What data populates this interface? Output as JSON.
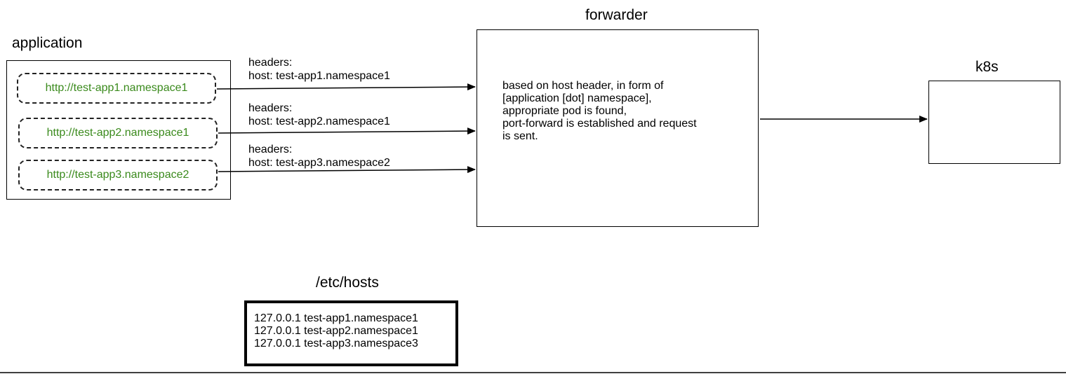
{
  "application": {
    "title": "application",
    "urls": [
      "http://test-app1.namespace1",
      "http://test-app2.namespace1",
      "http://test-app3.namespace2"
    ]
  },
  "requests": [
    {
      "line1": "headers:",
      "line2": "host: test-app1.namespace1"
    },
    {
      "line1": "headers:",
      "line2": "host: test-app2.namespace1"
    },
    {
      "line1": "headers:",
      "line2": "host: test-app3.namespace2"
    }
  ],
  "forwarder": {
    "title": "forwarder",
    "description": [
      "based on host header, in form of",
      "[application [dot] namespace],",
      "appropriate pod is found,",
      "port-forward is established and request",
      "is sent."
    ]
  },
  "k8s": {
    "title": "k8s"
  },
  "hosts": {
    "title": "/etc/hosts",
    "lines": [
      "127.0.0.1 test-app1.namespace1",
      "127.0.0.1 test-app2.namespace1",
      "127.0.0.1 test-app3.namespace3"
    ]
  },
  "colors": {
    "url_text": "#3a8a1c",
    "line": "#000000"
  }
}
